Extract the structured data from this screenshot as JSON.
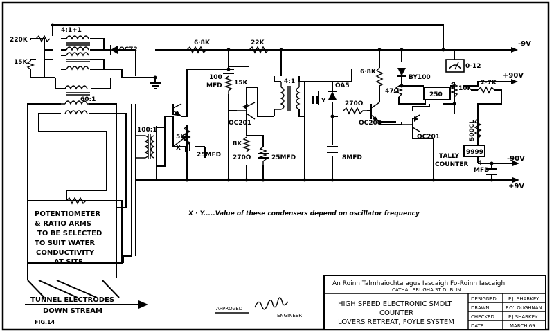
{
  "labels": {
    "r220k": "220K",
    "r15k_left": "15K",
    "t_411": "4:1+1",
    "oc72": "OC72",
    "r68k_top": "6·8K",
    "r22k": "22K",
    "minus9v": "-9V",
    "t601": "60:1",
    "t1001": "100:1",
    "c100mfd_a": "100",
    "c100mfd_b": "MFD",
    "r15k_mid": "15K",
    "r5k": "5K",
    "x_label": "X",
    "c25mfd_a": "25MFD",
    "oc201_a": "OC201",
    "r8k": "8K",
    "r270": "270Ω",
    "c25mfd_b": "25MFD",
    "t41": "4:1",
    "y_label": "Y",
    "oa5": "OA5",
    "r270b": "270Ω",
    "c8mfd": "8MFD",
    "oc200": "OC200",
    "r68k_right": "6·8K",
    "by100": "BY100",
    "r47": "47Ω",
    "box250": "250",
    "meter": "0-12",
    "r10k": "10K",
    "plus90v": "+90V",
    "r27k": "2·7K",
    "oc201_b": "OC201",
    "r500cl": "500CL",
    "tally_count": "9999",
    "tally_a": "TALLY",
    "tally_b": "COUNTER",
    "c4mfd_a": "4",
    "c4mfd_b": "MFD",
    "minus90v": "-90V",
    "plus9v": "+9V"
  },
  "note": "X · Y.....Value of these condensers depend on oscillator frequency",
  "pot_block": [
    "POTENTIOMETER",
    "& RATIO ARMS",
    "TO BE SELECTED",
    "TO SUIT WATER",
    "CONDUCTIVITY",
    "AT SITE"
  ],
  "electrodes": [
    "TUNNEL ELECTRODES",
    "DOWN STREAM"
  ],
  "fig": "FIG.14",
  "approved": "APPROVED",
  "engineer": "ENGINEER",
  "title_block": {
    "dept": "An Roinn Talmhaiochta agus Iascaigh Fo-Roinn Iascaigh",
    "address": "CATHAL BRUGHA ST DUBLIN",
    "title_1": "HIGH SPEED ELECTRONIC SMOLT",
    "title_2": "COUNTER",
    "title_3": "LOVERS RETREAT, FOYLE SYSTEM",
    "rows": [
      {
        "key": "DESIGNED",
        "value": "P.J. SHARKEY"
      },
      {
        "key": "DRAWN",
        "value": "F.O'LOUGHNAN"
      },
      {
        "key": "CHECKED",
        "value": "P.J SHARKEY"
      },
      {
        "key": "DATE",
        "value": "MARCH  69."
      }
    ]
  }
}
